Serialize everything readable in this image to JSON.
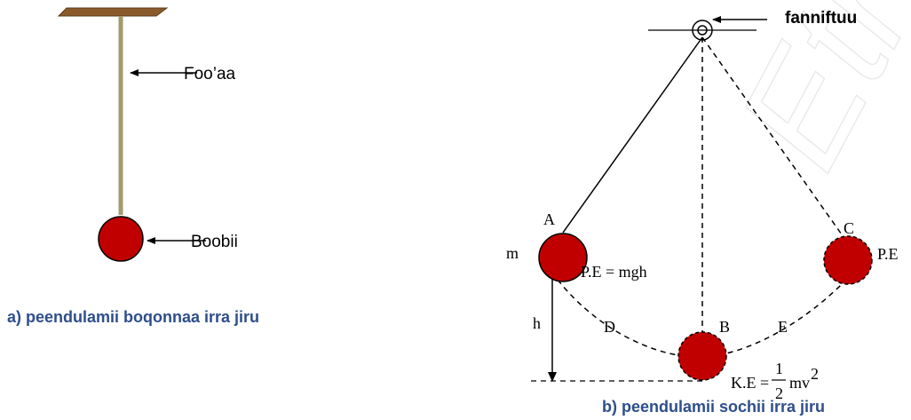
{
  "watermark": "Ethiopia",
  "diagram_a": {
    "string_label": "Foo’aa",
    "bob_label": "Boobii",
    "caption": "a)  peendulamii boqonnaa irra jiru"
  },
  "diagram_b": {
    "pivot_label": "fanniftuu",
    "point_a": "A",
    "point_b": "B",
    "point_c": "C",
    "point_d": "D",
    "point_e": "E",
    "mass_label": "m",
    "height_label": "h",
    "pe_a": "P.E = mgh",
    "pe_c": "P.E",
    "ke_prefix": "K.E =",
    "ke_num": "1",
    "ke_den": "2",
    "ke_mv": "mv",
    "ke_exp": "2",
    "caption": "b) peendulamii sochii irra jiru"
  },
  "colors": {
    "bob_fill": "#c00000",
    "string": "#a39b6a",
    "ceiling": "#8b5a2b",
    "caption": "#2e4e8c",
    "watermark": "#d6d6d6"
  }
}
